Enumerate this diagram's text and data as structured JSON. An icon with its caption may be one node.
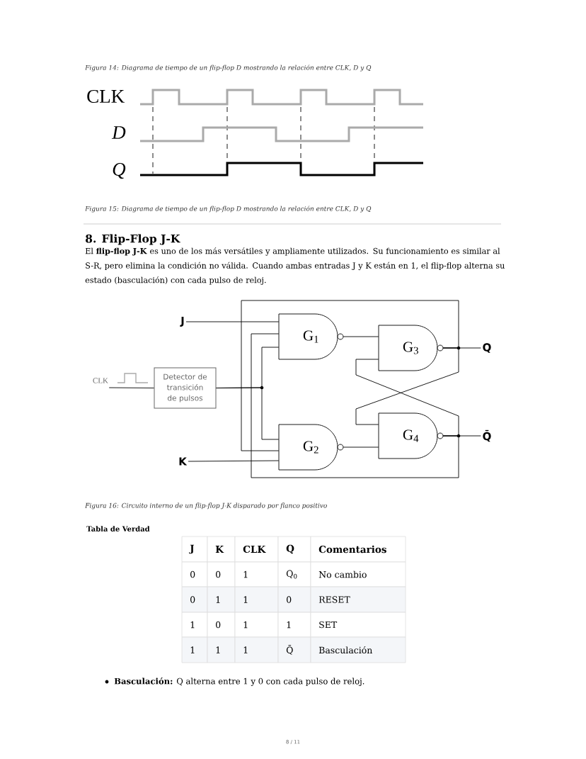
{
  "diagram": {
    "title": "8. Flip-Flop J-K",
    "caption": "Figura 16: Circuito interno de un flip-flop J-K disparado por flanco positivo",
    "nodes": [
      {
        "text": [
          "J"
        ]
      },
      {
        "text": [
          "G$_{1}$"
        ]
      },
      {
        "text": [
          "G$_{3}$"
        ]
      },
      {
        "text": [
          "Q"
        ]
      },
      {
        "text": [
          "CLK"
        ]
      },
      {
        "text": [
          "Detector de transición de pulsos"
        ]
      },
      {
        "text": [
          "G$_{2}$"
        ]
      },
      {
        "text": [
          "G$_{4}$"
        ]
      },
      {
        "text": [
          "Q̄"
        ]
      },
      {
        "text": [
          "K"
        ]
      }
    ],
    "edges": [
      {
        "from": 0,
        "to": 1,
        "arrow": "none"
      },
      {
        "from": 4,
        "to": 5,
        "arrow": "none"
      },
      {
        "from": 5,
        "to": 1,
        "arrow": "none"
      },
      {
        "from": 5,
        "to": 6,
        "arrow": "none"
      },
      {
        "from": 1,
        "to": 2,
        "arrow": "none"
      },
      {
        "from": 6,
        "to": 7,
        "arrow": "none"
      },
      {
        "from": 2,
        "to": 3,
        "arrow": "none"
      },
      {
        "from": 7,
        "to": 8,
        "arrow": "none"
      },
      {
        "from": 2,
        "to": 7,
        "arrow": "none"
      },
      {
        "from": 7,
        "to": 2,
        "arrow": "none"
      },
      {
        "from": 2,
        "to": 6,
        "arrow": "none"
      },
      {
        "from": 7,
        "to": 1,
        "arrow": "none"
      },
      {
        "from": 9,
        "to": 6,
        "arrow": "none"
      }
    ],
    "labels": [
      "Figura 14: Diagrama de tiempo de un flip-flop D mostrando la relación entre CLK, D y Q",
      "CLK",
      "D",
      "Q",
      "Figura 15: Diagrama de tiempo de un flip-flop D mostrando la relación entre CLK, D y Q",
      "El **flip-flop J-K** es uno de los más versátiles y ampliamente utilizados. Su funcionamiento es similar al S-R, pero elimina la condición no válida. Cuando ambas entradas J y K están en 1, el flip-flop alterna su estado (basculación) con cada pulso de reloj.",
      "Tabla de Verdad",
      "J",
      "K",
      "CLK",
      "Q",
      "Comentarios",
      "0",
      "0",
      "1",
      "Q$_{0}$",
      "No cambio",
      "0",
      "1",
      "1",
      "0",
      "RESET",
      "1",
      "0",
      "1",
      "1",
      "SET",
      "1",
      "1",
      "1",
      "Q̄",
      "Basculación",
      "**Basculación:** Q alterna entre 1 y 0 con cada pulso de reloj.",
      "8 / 11"
    ]
  }
}
